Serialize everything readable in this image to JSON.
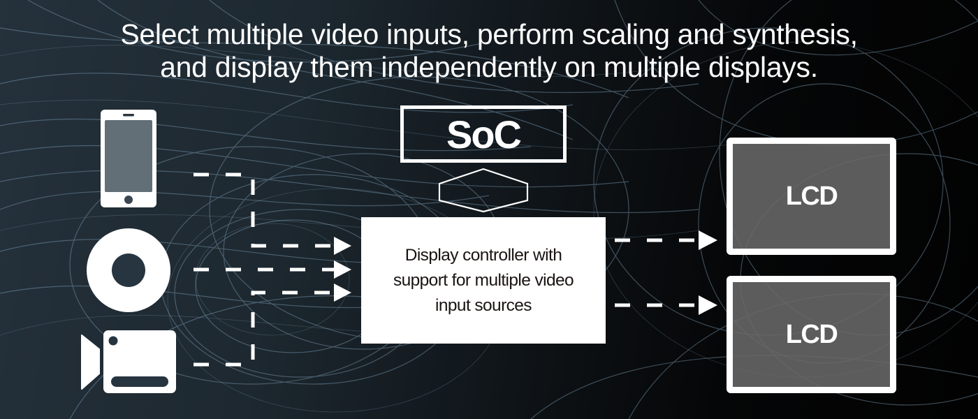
{
  "headline": {
    "line1": "Select multiple video inputs, perform scaling and synthesis,",
    "line2": "and display them independently on multiple displays."
  },
  "soc": {
    "label": "SoC"
  },
  "controller": {
    "line1": "Display controller with",
    "line2": "support for multiple video",
    "line3": "input sources"
  },
  "inputs": [
    {
      "icon": "smartphone-icon",
      "label": "Smartphone"
    },
    {
      "icon": "disc-icon",
      "label": "Optical disc"
    },
    {
      "icon": "video-camera-icon",
      "label": "Video camera"
    }
  ],
  "outputs": [
    {
      "label": "LCD"
    },
    {
      "label": "LCD"
    }
  ],
  "colors": {
    "foreground": "#ffffff",
    "background_left": "#25313b",
    "background_right": "#020202",
    "lcd_fill": "#696969",
    "controller_text": "#1a1412",
    "fiber_lines": "#7fa0b8"
  }
}
